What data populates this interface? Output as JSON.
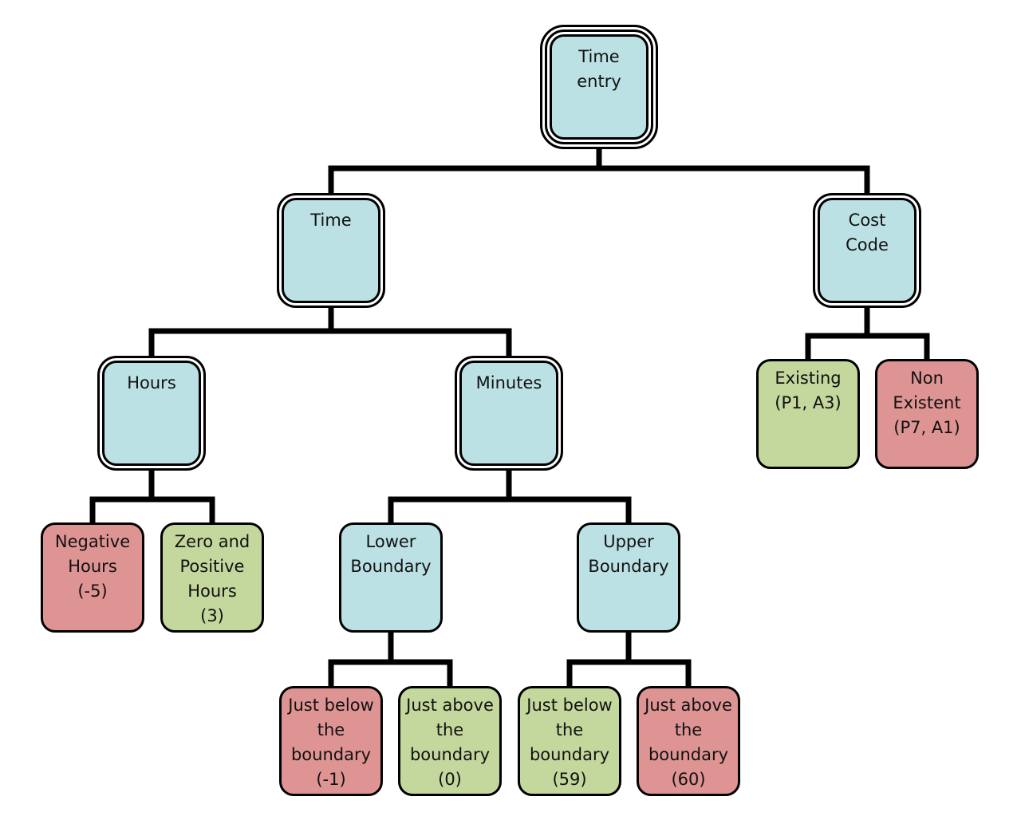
{
  "nodes": [
    {
      "id": "time-entry",
      "lines": [
        "Time",
        "entry"
      ],
      "color": "#bce1e4",
      "kind": "root"
    },
    {
      "id": "time",
      "lines": [
        "Time"
      ],
      "color": "#bce1e4",
      "kind": "framed"
    },
    {
      "id": "cost-code",
      "lines": [
        "Cost",
        "Code"
      ],
      "color": "#bce1e4",
      "kind": "framed"
    },
    {
      "id": "hours",
      "lines": [
        "Hours"
      ],
      "color": "#bce1e4",
      "kind": "framed"
    },
    {
      "id": "minutes",
      "lines": [
        "Minutes"
      ],
      "color": "#bce1e4",
      "kind": "framed"
    },
    {
      "id": "existing",
      "lines": [
        "Existing",
        "(P1, A3)"
      ],
      "color": "#c4d79d",
      "kind": "leaf"
    },
    {
      "id": "non-existent",
      "lines": [
        "Non",
        "Existent",
        "(P7, A1)"
      ],
      "color": "#de9493",
      "kind": "leaf"
    },
    {
      "id": "negative-hours",
      "lines": [
        "Negative",
        "Hours",
        "(-5)"
      ],
      "color": "#de9493",
      "kind": "leaf"
    },
    {
      "id": "zero-positive-hours",
      "lines": [
        "Zero and",
        "Positive",
        "Hours",
        "(3)"
      ],
      "color": "#c4d79d",
      "kind": "leaf"
    },
    {
      "id": "lower-boundary",
      "lines": [
        "Lower",
        "Boundary"
      ],
      "color": "#bce1e4",
      "kind": "leaf"
    },
    {
      "id": "upper-boundary",
      "lines": [
        "Upper",
        "Boundary"
      ],
      "color": "#bce1e4",
      "kind": "leaf"
    },
    {
      "id": "lower-just-below",
      "lines": [
        "Just below",
        "the",
        "boundary",
        "(-1)"
      ],
      "color": "#de9493",
      "kind": "leaf"
    },
    {
      "id": "lower-just-above",
      "lines": [
        "Just above",
        "the",
        "boundary",
        "(0)"
      ],
      "color": "#c4d79d",
      "kind": "leaf"
    },
    {
      "id": "upper-just-below",
      "lines": [
        "Just below",
        "the",
        "boundary",
        "(59)"
      ],
      "color": "#c4d79d",
      "kind": "leaf"
    },
    {
      "id": "upper-just-above",
      "lines": [
        "Just above",
        "the",
        "boundary",
        "(60)"
      ],
      "color": "#de9493",
      "kind": "leaf"
    }
  ],
  "edges": [
    [
      "time-entry",
      "time"
    ],
    [
      "time-entry",
      "cost-code"
    ],
    [
      "time",
      "hours"
    ],
    [
      "time",
      "minutes"
    ],
    [
      "cost-code",
      "existing"
    ],
    [
      "cost-code",
      "non-existent"
    ],
    [
      "hours",
      "negative-hours"
    ],
    [
      "hours",
      "zero-positive-hours"
    ],
    [
      "minutes",
      "lower-boundary"
    ],
    [
      "minutes",
      "upper-boundary"
    ],
    [
      "lower-boundary",
      "lower-just-below"
    ],
    [
      "lower-boundary",
      "lower-just-above"
    ],
    [
      "upper-boundary",
      "upper-just-below"
    ],
    [
      "upper-boundary",
      "upper-just-above"
    ]
  ]
}
